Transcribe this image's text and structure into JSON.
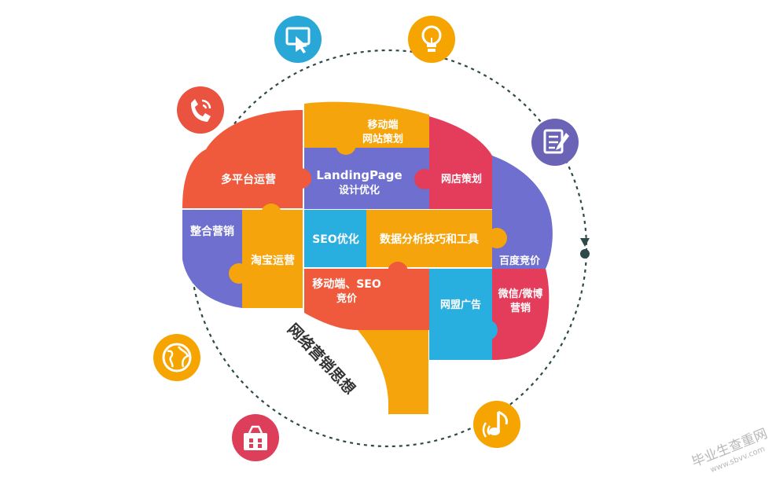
{
  "diagram": {
    "center_caption": "网络营销思想",
    "pieces": {
      "multi_platform": "多平台运营",
      "mobile_site_1": "移动端",
      "mobile_site_2": "网站策划",
      "landing_1": "LandingPage",
      "landing_2": "设计优化",
      "shop": "网店策划",
      "integrated": "整合营销",
      "taobao": "淘宝运营",
      "seo": "SEO优化",
      "data_analysis": "数据分析技巧和工具",
      "baidu": "百度竞价",
      "mobile_seo_1": "移动端、SEO",
      "mobile_seo_2": "竞价",
      "alliance": "网盟广告",
      "wechat_1": "微信/微博",
      "wechat_2": "营销"
    },
    "icons": [
      {
        "name": "screen-touch-icon",
        "color": "#29a8d8"
      },
      {
        "name": "lightbulb-icon",
        "color": "#f5a400"
      },
      {
        "name": "phone-icon",
        "color": "#e9533f"
      },
      {
        "name": "notepad-pen-icon",
        "color": "#6b63b5"
      },
      {
        "name": "globe-icon",
        "color": "#f5a400"
      },
      {
        "name": "music-note-icon",
        "color": "#f5a400"
      },
      {
        "name": "shopping-basket-icon",
        "color": "#dd3f5a"
      }
    ],
    "colors": {
      "red": "#ef5a3c",
      "orange": "#f5a40b",
      "crimson": "#e33d5b",
      "purple": "#6e6fcf",
      "blue": "#29aee0",
      "ring": "#2d4a4a"
    }
  },
  "watermark": {
    "line1": "毕业生查重网",
    "line2": "www.sbvv.com"
  }
}
